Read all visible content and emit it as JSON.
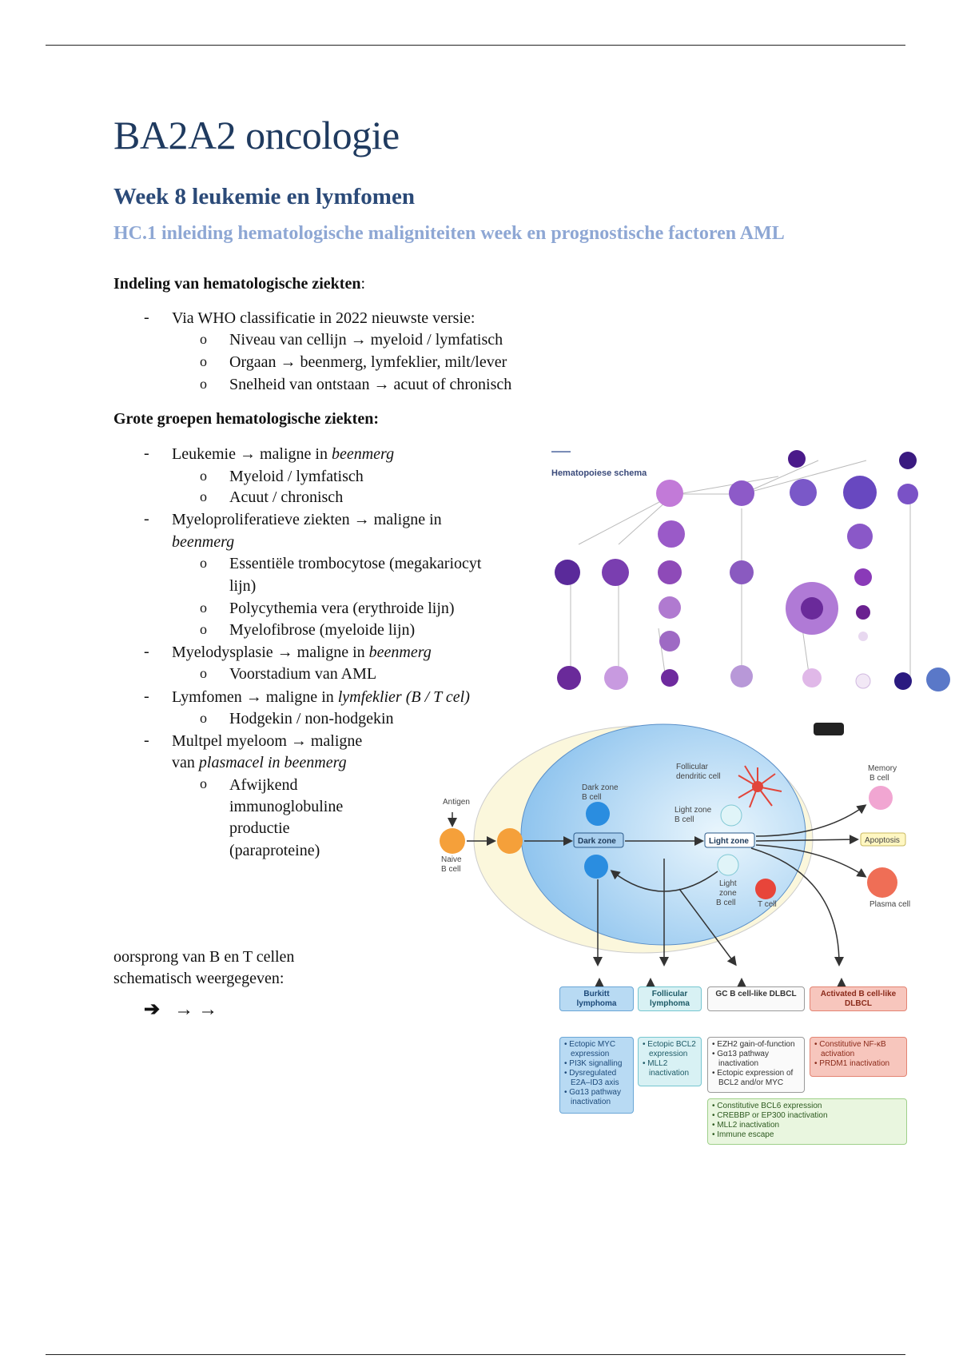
{
  "title": "BA2A2 oncologie",
  "heading1": "Week 8 leukemie en lymfomen",
  "heading2": "HC.1 inleiding hematologische maligniteiten week en prognostische factoren AML",
  "section1": {
    "title": "Indeling van hematologische ziekten",
    "colon": ":",
    "bullet": "Via WHO classificatie in 2022 nieuwste versie:",
    "sub": [
      "Niveau van cellijn → myeloid / lymfatisch",
      "Orgaan → beenmerg, lymfeklier, milt/lever",
      "Snelheid van ontstaan → acuut of chronisch"
    ]
  },
  "section2": {
    "title": "Grote groepen hematologische ziekten:",
    "leukemie": {
      "text": "Leukemie → maligne in ",
      "em": "beenmerg",
      "sub": [
        "Myeloid / lymfatisch",
        "Acuut / chronisch"
      ]
    },
    "myeloprolif": {
      "line1": "Myeloproliferatieve ziekten → maligne in",
      "line2": "beenmerg",
      "sub1a": "Essentiële trombocytose (megakariocyt",
      "sub1b": "lijn)",
      "sub2": "Polycythemia vera (erythroide lijn)",
      "sub3": "Myelofibrose (myeloide lijn)"
    },
    "myelodys": {
      "text": "Myelodysplasie → maligne in ",
      "em": "beenmerg",
      "sub": "Voorstadium van AML"
    },
    "lymfomen": {
      "text": "Lymfomen → maligne in ",
      "em": "lymfeklier (B / T cel)",
      "sub": "Hodgekin / non-hodgekin"
    },
    "myeloom": {
      "line1": "Multpel myeloom → maligne",
      "line2a": "van ",
      "line2em": "plasmacel in beenmerg",
      "sub": [
        "Afwijkend",
        "immunoglobuline",
        "productie",
        "(paraproteine)"
      ]
    }
  },
  "origin": {
    "line1": "oorsprong van B en T cellen",
    "line2": "schematisch weergegeven:",
    "arrows": "➔ →→"
  },
  "figure1": {
    "title": "Hematopoiese schema"
  },
  "figure2": {
    "labels": {
      "antigen": "Antigen",
      "naive1": "Naive",
      "naive2": "B cell",
      "darkzone_b1": "Dark zone",
      "darkzone_b2": "B cell",
      "fdc1": "Follicular",
      "fdc2": "dendritic cell",
      "lightzone_b1": "Light zone",
      "lightzone_b2": "B cell",
      "darkzone": "Dark zone",
      "lightzone": "Light zone",
      "memory1": "Memory",
      "memory2": "B cell",
      "apoptosis": "Apoptosis",
      "plasma": "Plasma cell",
      "lz1": "Light",
      "lz2": "zone",
      "lz3": "B cell",
      "tcell": "T cell"
    },
    "lymphomas": [
      {
        "name": "Burkitt lymphoma",
        "items": [
          "Ectopic MYC expression",
          "PI3K signalling",
          "Dysregulated E2A–ID3 axis",
          "Gα13 pathway inactivation"
        ]
      },
      {
        "name": "Follicular lymphoma",
        "items": [
          "Ectopic BCL2 expression",
          "MLL2 inactivation"
        ]
      },
      {
        "name": "GC B cell-like DLBCL",
        "items": [
          "EZH2 gain-of-function",
          "Gα13 pathway inactivation",
          "Ectopic expression of BCL2 and/or MYC"
        ]
      },
      {
        "name": "Activated B cell-like DLBCL",
        "items": [
          "Constitutive NF-κB activation",
          "PRDM1 inactivation"
        ]
      }
    ],
    "shared": [
      "Constitutive BCL6 expression",
      "CREBBP or EP300 inactivation",
      "MLL2 inactivation",
      "Immune escape"
    ]
  }
}
